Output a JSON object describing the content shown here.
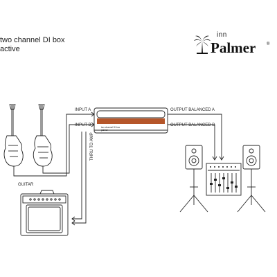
{
  "header": {
    "title_line1": "two channel DI box",
    "title_line2": "active"
  },
  "logo": {
    "small_text": "inn",
    "brand": "Palmer",
    "registered": "®",
    "icon": "palm-tree-icon"
  },
  "device": {
    "face_text_1": "two channel DI box",
    "face_text_2": "palmer"
  },
  "labels": {
    "input_a": "INPUT A",
    "input_b": "INPUT B",
    "output_a": "OUTPUT BALANCED A",
    "output_b": "OUTPUT BALANCED B",
    "guitar": "GUITAR",
    "thru": "THRU TO AMP"
  },
  "colors": {
    "line": "#222222",
    "device_accent": "#b5562a"
  }
}
